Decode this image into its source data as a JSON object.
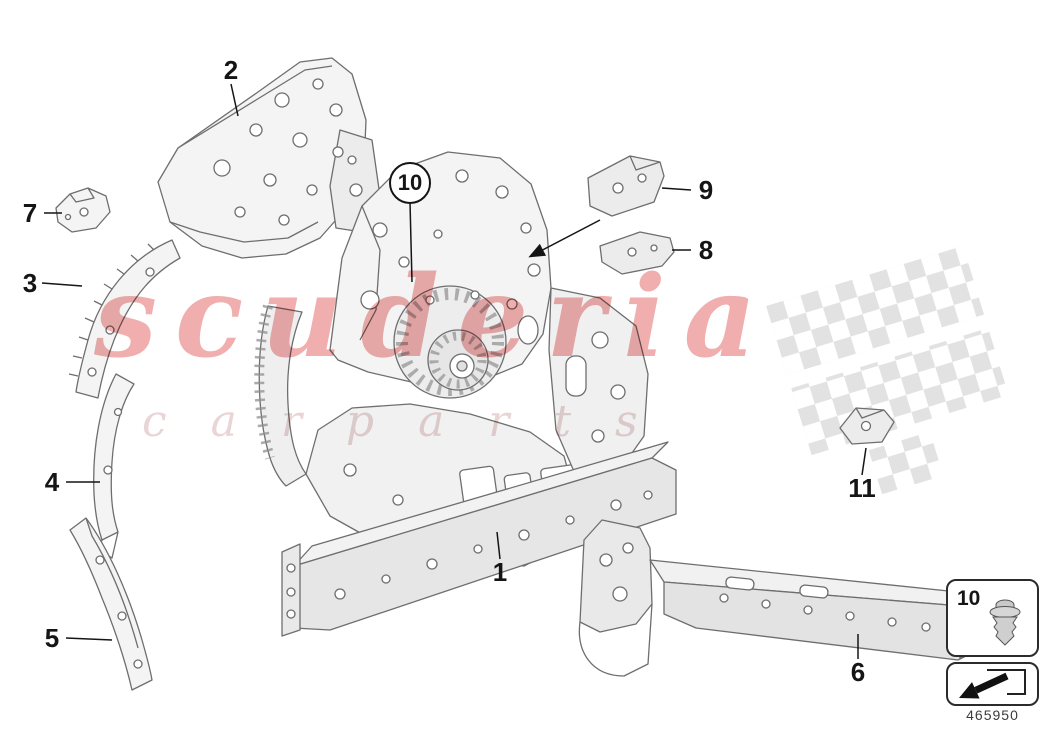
{
  "watermark": {
    "line1": "scuderia",
    "line2": "carparts"
  },
  "diagram": {
    "callouts": {
      "c1": "1",
      "c2": "2",
      "c3": "3",
      "c4": "4",
      "c5": "5",
      "c6": "6",
      "c7": "7",
      "c8": "8",
      "c9": "9",
      "c10": "10",
      "c11": "11"
    }
  },
  "legend": {
    "fastener_ref": "10",
    "fastener_icon": "push-rivet-icon",
    "direction_icon": "arrow-lower-left-icon"
  },
  "footer": {
    "part_number": "465950"
  },
  "colors": {
    "watermark_red": "#db3e3e",
    "drawing_gray": "#6e6e6e",
    "callout_black": "#151515"
  }
}
